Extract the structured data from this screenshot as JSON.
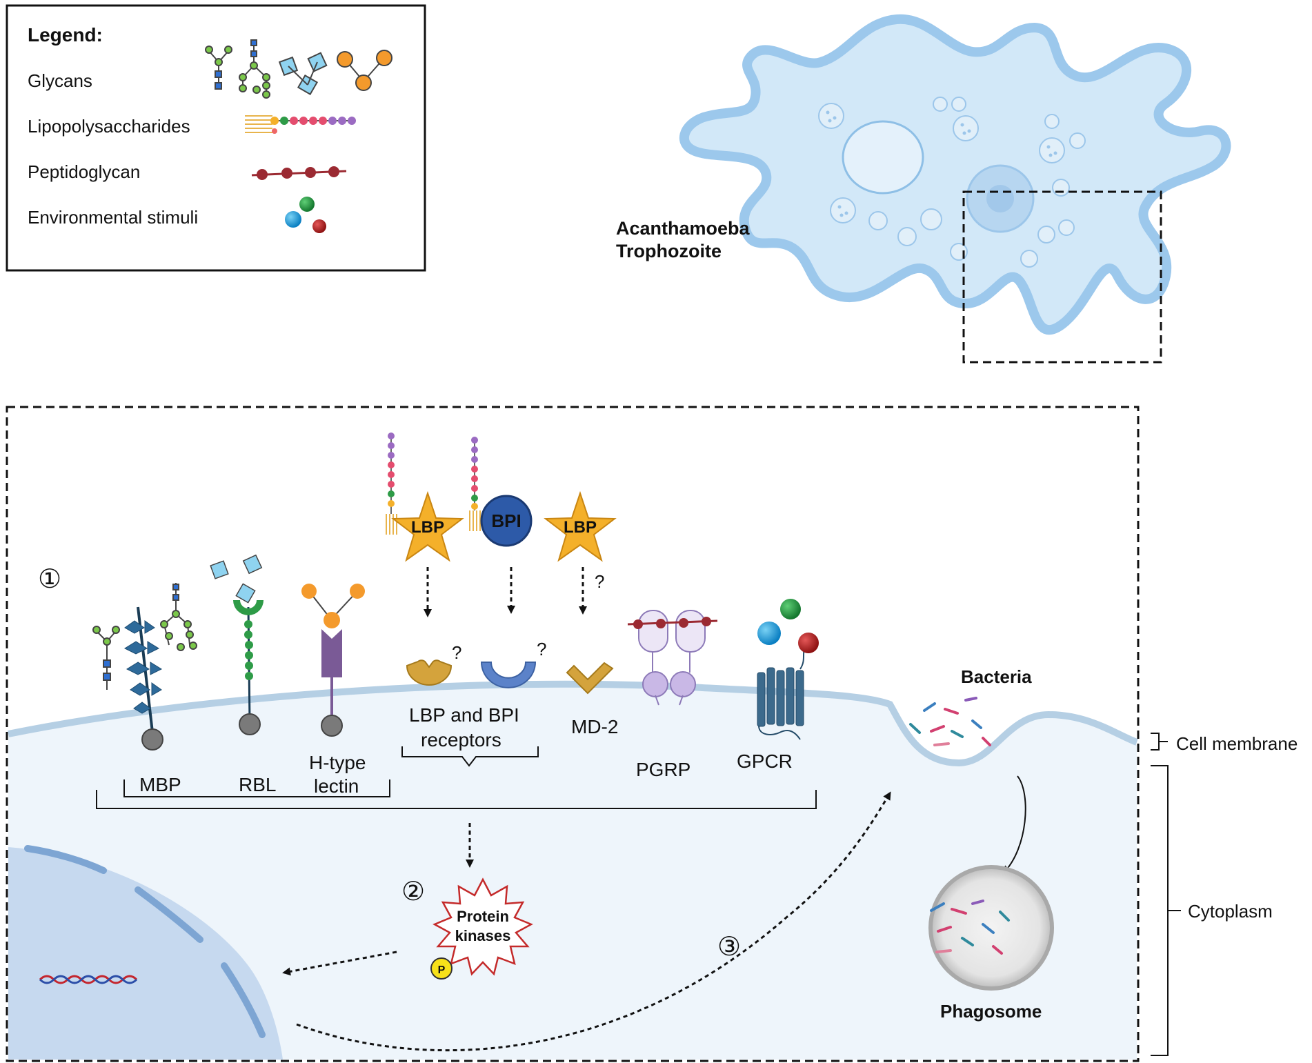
{
  "legend": {
    "title": "Legend:",
    "items": [
      "Glycans",
      "Lipopolysaccharides",
      "Peptidoglycan",
      "Environmental stimuli"
    ]
  },
  "cell": {
    "title_line1": "Acanthamoeba",
    "title_line2": "Trophozoite"
  },
  "steps": [
    "①",
    "②",
    "③"
  ],
  "ligands": {
    "lbp1": "LBP",
    "bpi": "BPI",
    "lbp2": "LBP",
    "q1": "?",
    "q2": "?",
    "q3": "?"
  },
  "receptors": {
    "mbp": "MBP",
    "rbl": "RBL",
    "htype_line1": "H-type",
    "htype_line2": "lectin",
    "lbpbpi_line1": "LBP and BPI",
    "lbpbpi_line2": "receptors",
    "md2": "MD-2",
    "pgrp": "PGRP",
    "gpcr": "GPCR"
  },
  "kinase": {
    "line1": "Protein",
    "line2": "kinases",
    "phospho": "P"
  },
  "bacteria": "Bacteria",
  "phagosome": "Phagosome",
  "regions": {
    "membrane": "Cell membrane",
    "cytoplasm": "Cytoplasm"
  },
  "colors": {
    "cell_fill": "#cfe6f7",
    "cytoplasm": "#eef5fb",
    "nucleus": "#c6d9ef",
    "lbp_star": "#f4b02a",
    "bpi": "#2d5aa8",
    "gpcr": "#3c6a8c",
    "pgrp": "#c9b8e6",
    "lectin": "#7a5a96"
  }
}
